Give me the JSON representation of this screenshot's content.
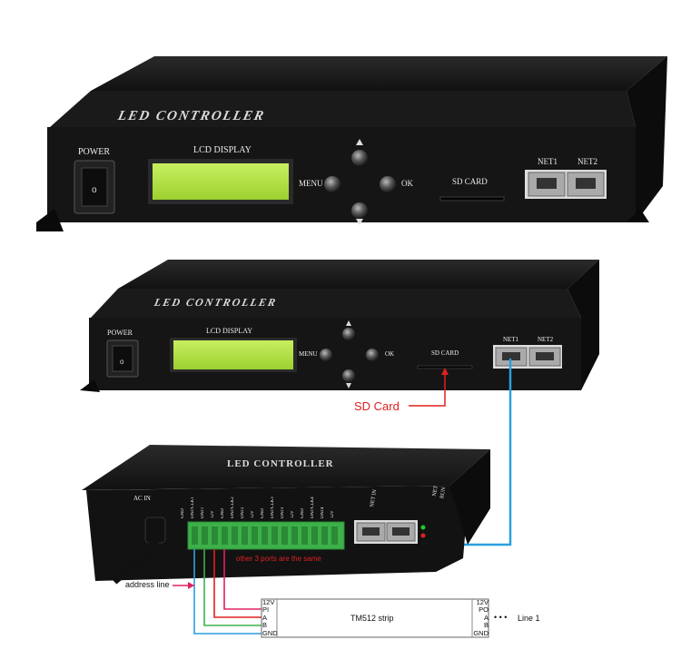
{
  "controller_top": {
    "title": "LED CONTROLLER",
    "power_label": "POWER",
    "lcd_label": "LCD DISPLAY",
    "menu_label": "MENU",
    "ok_label": "OK",
    "sd_label": "SD CARD",
    "net1_label": "NET1",
    "net2_label": "NET2"
  },
  "controller_mid": {
    "title": "LED CONTROLLER",
    "power_label": "POWER",
    "lcd_label": "LCD DISPLAY",
    "menu_label": "MENU",
    "ok_label": "OK",
    "sd_label": "SD CARD",
    "net1_label": "NET1",
    "net2_label": "NET2",
    "sd_callout": "SD Card"
  },
  "controller_back": {
    "title": "LED CONTROLLER",
    "ac_label": "AC IN",
    "net_label": "NET IN",
    "ind_label": "NET",
    "ind_label2": "RUN",
    "terminal_labels": [
      "GND",
      "DAT/CLK1",
      "DAT1",
      "12V",
      "GND",
      "DAT/CLK2",
      "DAT2",
      "12V",
      "GND",
      "DAT/CLK3",
      "DAT3",
      "12V",
      "GND",
      "DAT/CLK4",
      "DAT4",
      "12V"
    ],
    "note": "other 3 ports are the same",
    "address_line": "address line"
  },
  "strip": {
    "name": "TM512 strip",
    "left_pins": [
      "12V",
      "PI",
      "A",
      "B",
      "GND"
    ],
    "right_pins": [
      "12V",
      "PO",
      "A",
      "B",
      "GND"
    ],
    "line_label": "Line 1",
    "dots": "• • •"
  },
  "colors": {
    "body": "#141414",
    "lcd": "#b6e84a",
    "callout": "#e02020",
    "cable": "#2aa0e0",
    "terminal": "#3db04a"
  }
}
